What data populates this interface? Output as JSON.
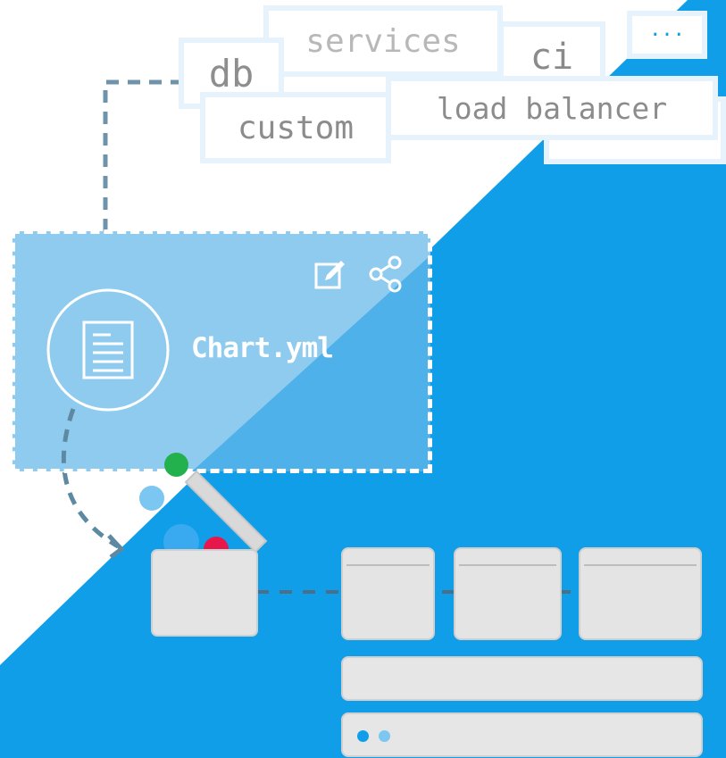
{
  "tags": {
    "services": "services",
    "db": "db",
    "ci": "ci",
    "more": "···",
    "custom": "custom",
    "load_balancer": "load balancer"
  },
  "card": {
    "title": "Chart.yml",
    "icons": [
      "edit-icon",
      "share-icon",
      "document-icon"
    ]
  },
  "colors": {
    "blue": "#119ee9",
    "card_overlay": "#5ab6ea",
    "dash": "#5e89a3",
    "tile": "#e4e4e4",
    "green": "#22b14c",
    "pink": "#e8174b",
    "light_blue": "#7cc6f2"
  }
}
